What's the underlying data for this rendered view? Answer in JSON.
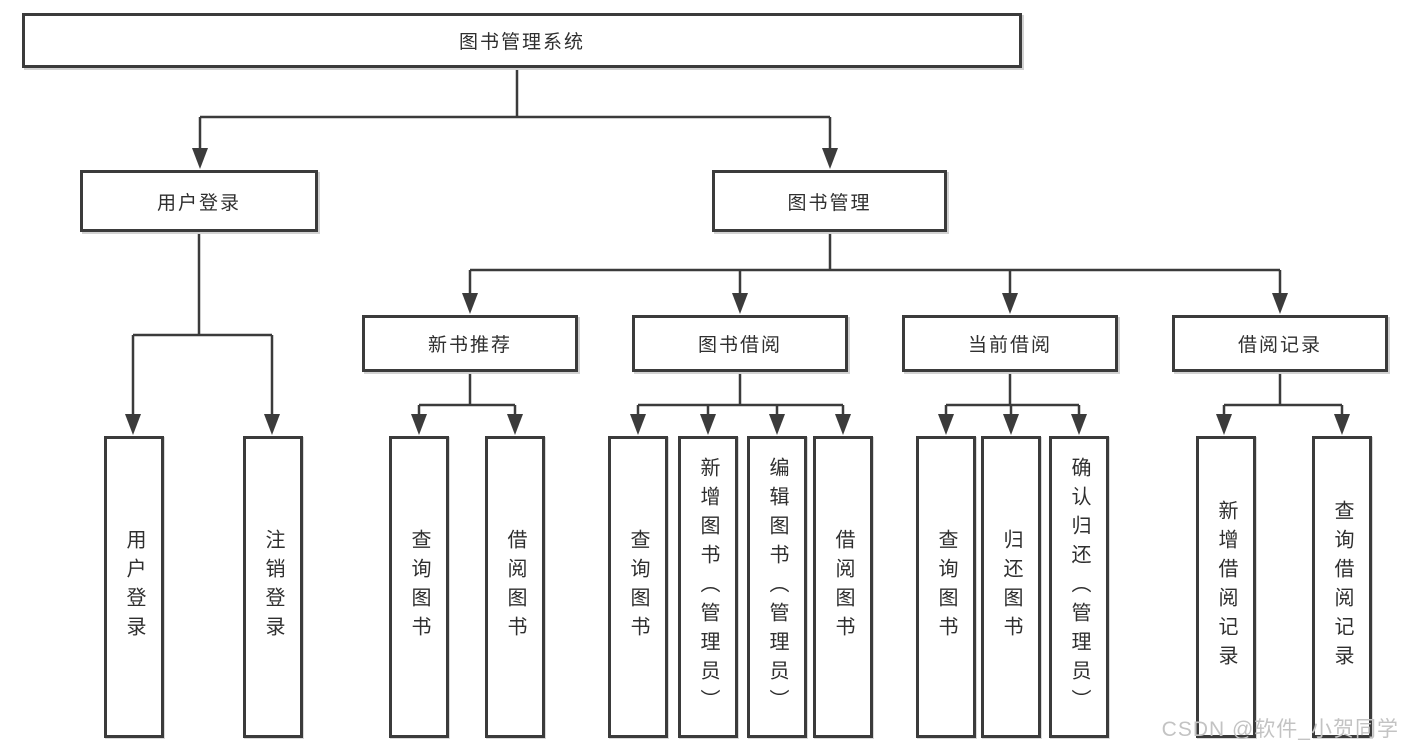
{
  "tree": {
    "label": "图书管理系统",
    "children": [
      {
        "label": "用户登录",
        "children": [
          {
            "label": "用户登录"
          },
          {
            "label": "注销登录"
          }
        ]
      },
      {
        "label": "图书管理",
        "children": [
          {
            "label": "新书推荐",
            "children": [
              {
                "label": "查询图书"
              },
              {
                "label": "借阅图书"
              }
            ]
          },
          {
            "label": "图书借阅",
            "children": [
              {
                "label": "查询图书"
              },
              {
                "label": "新增图书（管理员）"
              },
              {
                "label": "编辑图书（管理员）"
              },
              {
                "label": "借阅图书"
              }
            ]
          },
          {
            "label": "当前借阅",
            "children": [
              {
                "label": "查询图书"
              },
              {
                "label": "归还图书"
              },
              {
                "label": "确认归还（管理员）"
              }
            ]
          },
          {
            "label": "借阅记录",
            "children": [
              {
                "label": "新增借阅记录"
              },
              {
                "label": "查询借阅记录"
              }
            ]
          }
        ]
      }
    ]
  },
  "watermark": "CSDN @软件_小贺同学",
  "colors": {
    "line": "#3b3b3b",
    "box_border": "#3b3b3b",
    "background": "#ffffff",
    "watermark": "#c3c3c3"
  }
}
